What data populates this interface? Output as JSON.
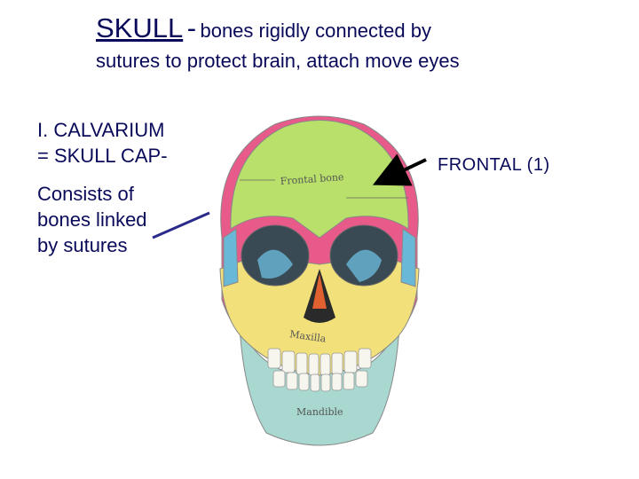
{
  "title": {
    "main": "SKULL",
    "separator": "-",
    "rest": "bones rigidly connected by"
  },
  "subtitle": "sutures to protect brain, attach move eyes",
  "left_text": {
    "calvarium_line1": "I. CALVARIUM",
    "calvarium_line2": "= SKULL CAP-",
    "consists_line1": "Consists of",
    "consists_line2": "bones linked",
    "consists_line3": "by sutures"
  },
  "callout": "FRONTAL (1)",
  "figure_labels": {
    "frontal_bone": "Frontal bone",
    "maxilla": "Maxilla",
    "mandible": "Mandible"
  },
  "colors": {
    "text": "#0a0a5a",
    "frontal": "#b8e06a",
    "parietal_temporal": "#e85a8a",
    "zygomatic_maxilla": "#f2e07a",
    "sphenoid": "#6ab8d8",
    "mandible": "#a8d8d0",
    "nasal": "#e06030"
  }
}
